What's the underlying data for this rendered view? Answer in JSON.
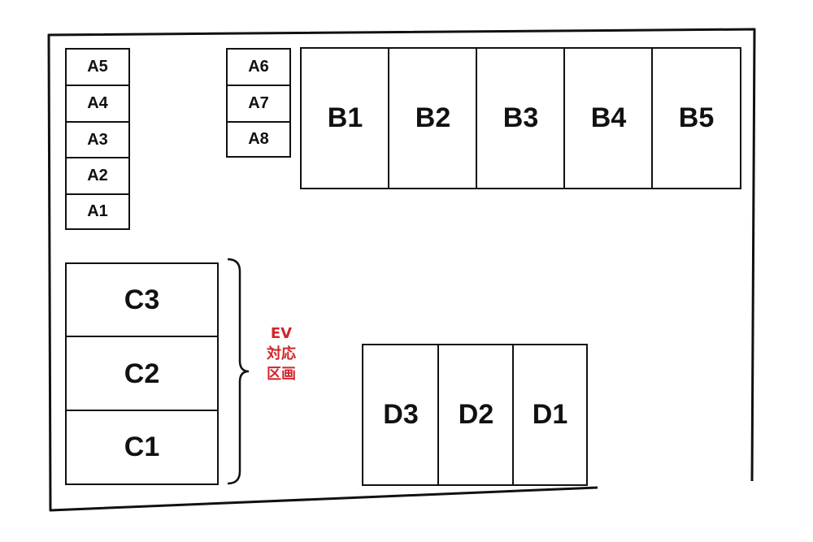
{
  "ev_label": [
    "EV",
    "対応",
    "区画"
  ],
  "colors": {
    "line": "#111111",
    "ev_text": "#d0262a",
    "background": "#ffffff"
  },
  "small_spaces": [
    "A5",
    "A4",
    "A3",
    "A2",
    "A1",
    "A6",
    "A7",
    "A8"
  ],
  "b_spaces": [
    "B1",
    "B2",
    "B3",
    "B4",
    "B5"
  ],
  "c_spaces": [
    "C3",
    "C2",
    "C1"
  ],
  "d_spaces": [
    "D3",
    "D2",
    "D1"
  ]
}
